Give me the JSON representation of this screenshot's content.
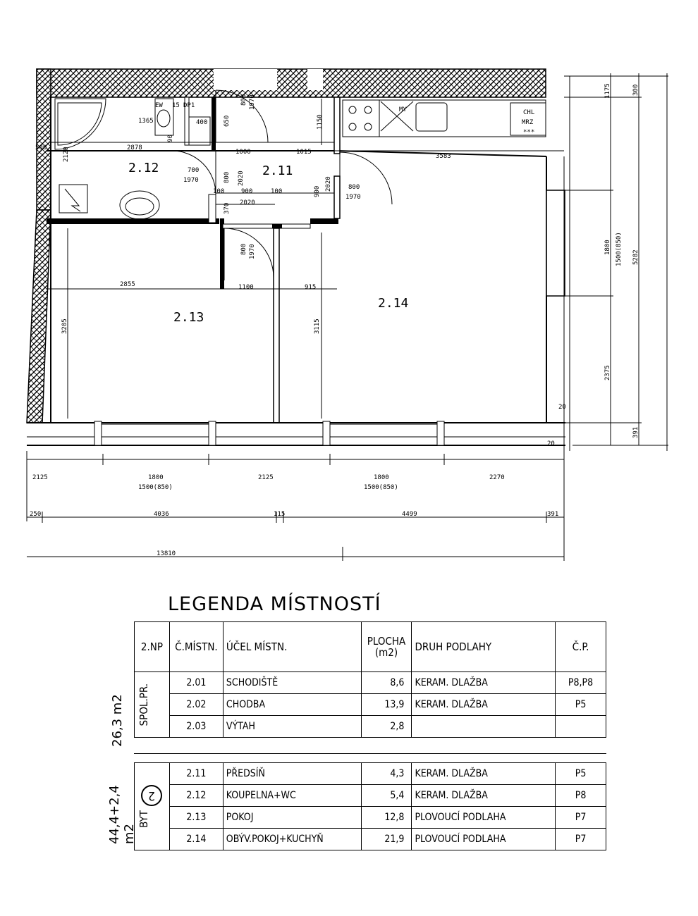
{
  "plan": {
    "rooms": [
      {
        "id": "2.12"
      },
      {
        "id": "2.11"
      },
      {
        "id": "2.13"
      },
      {
        "id": "2.14"
      }
    ],
    "fixtures": {
      "ew": "EW",
      "num15": "15",
      "dp1": "DP1",
      "my": "MY",
      "chl": "CHL",
      "mrz": "MRZ",
      "stars": "***"
    },
    "dims": {
      "d2878": "2878",
      "d1000": "1000",
      "d1015": "1015",
      "d3583": "3583",
      "d700": "700",
      "d1970a": "1970",
      "d800a": "800",
      "d2020a": "2020",
      "d100a": "100",
      "d900a": "900",
      "d100b": "100",
      "d2020b": "2020",
      "d900b": "900",
      "d2020c": "2020",
      "d800b": "800",
      "d1970b": "1970",
      "d800c": "800",
      "d1970c": "1970",
      "d800d": "800",
      "d1970d": "1970",
      "d1365": "1365",
      "d400": "400",
      "d1150": "1150",
      "d2120": "2120",
      "d500": "500",
      "d370": "370",
      "d650": "650",
      "d90": "90",
      "d2855": "2855",
      "d1100": "1100",
      "d915": "915",
      "d3205": "3205",
      "d3115": "3115",
      "d1800r": "1800",
      "d1500r": "1500(850)",
      "d5282": "5282",
      "d2375": "2375",
      "d1175": "1175",
      "d300": "300",
      "d391r": "391",
      "d20a": "20",
      "d20b": "20",
      "b2125a": "2125",
      "b1800a": "1800",
      "b1500a": "1500(850)",
      "b2125b": "2125",
      "b1800b": "1800",
      "b1500b": "1500(850)",
      "b2270": "2270",
      "b250": "250",
      "b4036": "4036",
      "b115": "115",
      "b4499": "4499",
      "b391": "391",
      "b13810": "13810"
    }
  },
  "legend": {
    "title": "LEGENDA MÍSTNOSTÍ",
    "headers": {
      "floor": "2.NP",
      "num": "Č.MÍSTN.",
      "purpose": "ÚČEL MÍSTN.",
      "area": "PLOCHA (m2)",
      "floortype": "DRUH PODLAHY",
      "cp": "Č.P."
    },
    "group1": {
      "total": "26,3 m2",
      "label": "SPOL.PR.",
      "rows": [
        {
          "num": "2.01",
          "purpose": "SCHODIŠTĚ",
          "area": "8,6",
          "floortype": "KERAM. DLAŽBA",
          "cp": "P8,P8"
        },
        {
          "num": "2.02",
          "purpose": "CHODBA",
          "area": "13,9",
          "floortype": "KERAM. DLAŽBA",
          "cp": "P5"
        },
        {
          "num": "2.03",
          "purpose": "VÝTAH",
          "area": "2,8",
          "floortype": "",
          "cp": ""
        }
      ]
    },
    "group2": {
      "total": "44,4+2,4 m2",
      "label": "BYT",
      "number": "2",
      "rows": [
        {
          "num": "2.11",
          "purpose": "PŘEDSÍŇ",
          "area": "4,3",
          "floortype": "KERAM. DLAŽBA",
          "cp": "P5"
        },
        {
          "num": "2.12",
          "purpose": "KOUPELNA+WC",
          "area": "5,4",
          "floortype": "KERAM. DLAŽBA",
          "cp": "P8"
        },
        {
          "num": "2.13",
          "purpose": "POKOJ",
          "area": "12,8",
          "floortype": "PLOVOUCÍ PODLAHA",
          "cp": "P7"
        },
        {
          "num": "2.14",
          "purpose": "OBÝV.POKOJ+KUCHYŇ",
          "area": "21,9",
          "floortype": "PLOVOUCÍ PODLAHA",
          "cp": "P7"
        }
      ]
    }
  }
}
